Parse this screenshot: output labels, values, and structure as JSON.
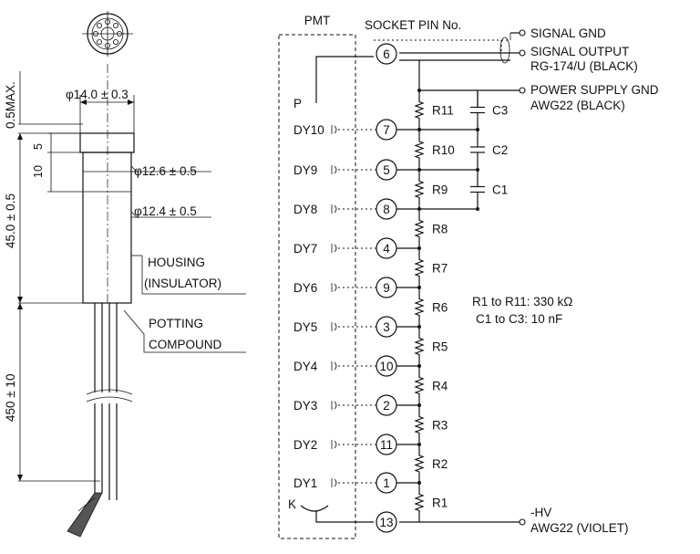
{
  "dimensions": {
    "top_margin": "0.5MAX.",
    "outer_diameter": "φ14.0 ± 0.3",
    "diameter_2": "φ12.6 ± 0.5",
    "diameter_3": "φ12.4 ± 0.5",
    "dim_5": "5",
    "dim_10": "10",
    "length_body": "45.0 ± 0.5",
    "length_cable": "450 ± 10"
  },
  "labels": {
    "housing_1": "HOUSING",
    "housing_2": "(INSULATOR)",
    "potting_1": "POTTING",
    "potting_2": "COMPOUND"
  },
  "circuit": {
    "pmt_label": "PMT",
    "socket_header": "SOCKET PIN No.",
    "p_label": "P",
    "k_label": "K",
    "signal_gnd": "SIGNAL GND",
    "signal_output": "SIGNAL OUTPUT",
    "signal_cable": "RG-174/U (BLACK)",
    "power_gnd": "POWER SUPPLY GND",
    "power_gnd_wire": "AWG22 (BLACK)",
    "hv": "-HV",
    "hv_wire": "AWG22 (VIOLET)",
    "note_r": "R1 to R11: 330 kΩ",
    "note_c": "C1 to C3: 10 nF",
    "anode_pin": "6",
    "cathode_pin": "13",
    "dynodes": [
      {
        "name": "DY10",
        "pin": "7"
      },
      {
        "name": "DY9",
        "pin": "5"
      },
      {
        "name": "DY8",
        "pin": "8"
      },
      {
        "name": "DY7",
        "pin": "4"
      },
      {
        "name": "DY6",
        "pin": "9"
      },
      {
        "name": "DY5",
        "pin": "3"
      },
      {
        "name": "DY4",
        "pin": "10"
      },
      {
        "name": "DY3",
        "pin": "2"
      },
      {
        "name": "DY2",
        "pin": "11"
      },
      {
        "name": "DY1",
        "pin": "1"
      }
    ],
    "resistors": [
      "R11",
      "R10",
      "R9",
      "R8",
      "R7",
      "R6",
      "R5",
      "R4",
      "R3",
      "R2",
      "R1"
    ],
    "capacitors": [
      "C3",
      "C2",
      "C1"
    ]
  }
}
